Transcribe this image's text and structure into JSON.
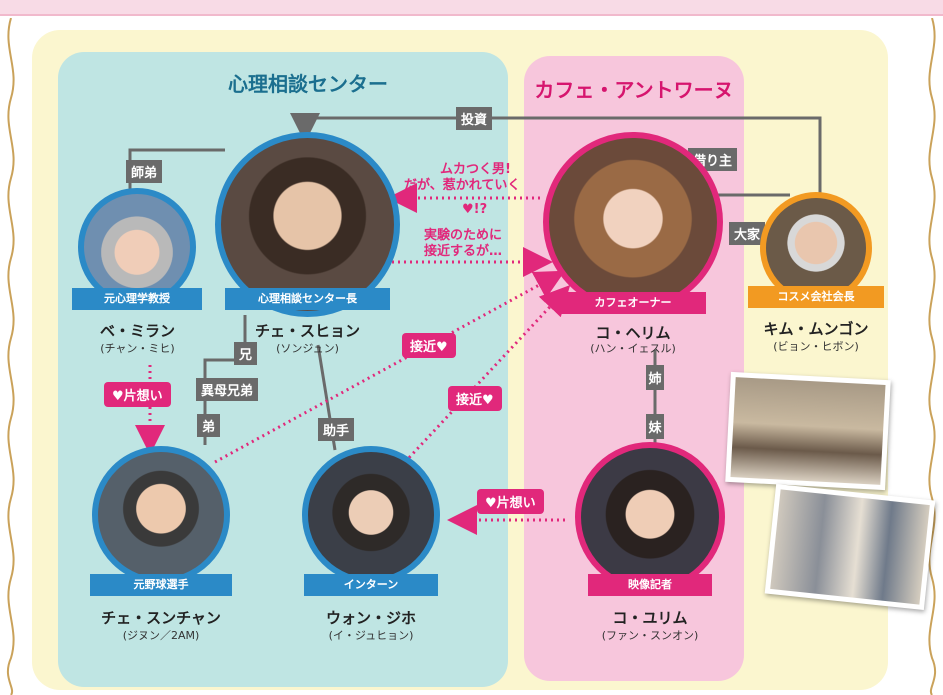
{
  "groups": {
    "center": "心理相談センター",
    "cafe": "カフェ・アントワーヌ"
  },
  "characters": {
    "chae_suhyon": {
      "role": "心理相談センター長",
      "name": "チェ・スヒョン",
      "actor": "(ソンジュン)"
    },
    "be_miran": {
      "role": "元心理学教授",
      "name": "ベ・ミラン",
      "actor": "(チャン・ミヒ)"
    },
    "ko_herim": {
      "role": "カフェオーナー",
      "name": "コ・ヘリム",
      "actor": "(ハン・イェスル)"
    },
    "kim_mungon": {
      "role": "コスメ会社会長",
      "name": "キム・ムンゴン",
      "actor": "(ビョン・ヒボン)"
    },
    "chae_sunchan": {
      "role": "元野球選手",
      "name": "チェ・スンチャン",
      "actor": "(ジヌン／2AM)"
    },
    "won_jiho": {
      "role": "インターン",
      "name": "ウォン・ジホ",
      "actor": "(イ・ジュヒョン)"
    },
    "ko_yurim": {
      "role": "映像記者",
      "name": "コ・ユリム",
      "actor": "(ファン・スンオン)"
    }
  },
  "relations": {
    "investment": "投資",
    "disciple": "師弟",
    "borrower": "借り主",
    "landlord": "大家",
    "older_brother": "兄",
    "half_brothers": "異母兄弟",
    "younger_brother": "弟",
    "assistant": "助手",
    "older_sister": "姉",
    "younger_sister": "妹",
    "approach_1": "接近♥",
    "approach_2": "接近♥",
    "unrequited_1": "♥片想い",
    "unrequited_2": "♥片想い",
    "annoying_line1": "ムカつく男!",
    "annoying_line2": "だが、惹かれていく",
    "annoying_line3": "♥!?",
    "experiment_line1": "実験のために",
    "experiment_line2": "接近するが…"
  },
  "colors": {
    "center_panel": "#bfe5e3",
    "cafe_panel": "#f7c6dc",
    "outer_panel": "#fbf6cf",
    "blue_ring": "#2b8ac7",
    "pink_ring": "#e1287b",
    "orange_ring": "#f29a22",
    "connector": "#6a6a6a"
  }
}
